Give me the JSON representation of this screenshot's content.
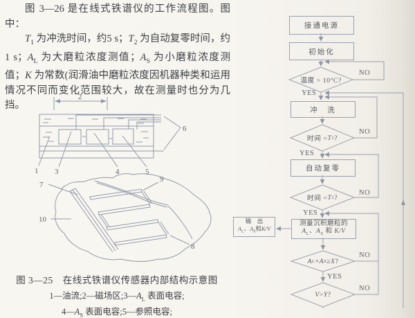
{
  "colors": {
    "line": "#8f96a5",
    "ink": "#3f4247",
    "paper": "#f7f5f0"
  },
  "text": {
    "para1": [
      {
        "t": "图 3—26 是在线式铁谱仪的工作流程图。图中："
      }
    ],
    "para2": [
      {
        "t": "T",
        "i": true
      },
      {
        "t": "1",
        "sub": true
      },
      {
        "t": " 为冲洗时间，约5 s；"
      },
      {
        "t": "T",
        "i": true
      },
      {
        "t": "2",
        "sub": true
      },
      {
        "t": " 为自动复零时间，约 1 s；"
      },
      {
        "t": "A",
        "i": true
      },
      {
        "t": "L",
        "sub": true
      },
      {
        "t": " 为大磨粒浓度测值；"
      },
      {
        "t": "A",
        "i": true
      },
      {
        "t": "S",
        "sub": true
      },
      {
        "t": " 为小磨粒浓度测值；"
      },
      {
        "t": "K",
        "i": true
      },
      {
        "t": " 为常数(润滑油中磨粒浓度因机器种类和运用情况不同而变化范围较大，故在测量时也分为几挡。"
      }
    ]
  },
  "figure": {
    "dim_label": "2",
    "parts": {
      "p1": "1",
      "p3": "3",
      "p4": "4",
      "p5": "5",
      "p6": "6",
      "p7": "7",
      "p8": "8",
      "p9": "9",
      "p10": "10"
    },
    "caption_title": "图 3—25　在线式铁谱仪传感器内部结构示意图",
    "caption_l1": [
      {
        "t": "1—油流;2—磁场区;3—"
      },
      {
        "t": "A",
        "i": true
      },
      {
        "t": "L",
        "sub": true
      },
      {
        "t": " 表面电容;"
      }
    ],
    "caption_l2": [
      {
        "t": "4—"
      },
      {
        "t": "A",
        "i": true
      },
      {
        "t": "S",
        "sub": true
      },
      {
        "t": " 表面电容;5—参照电容;"
      }
    ]
  },
  "flowchart": {
    "power": [
      {
        "t": "接通电源"
      }
    ],
    "init": [
      {
        "t": "初始化"
      }
    ],
    "temp": [
      {
        "t": "温度 > 10°C?"
      }
    ],
    "flush": [
      {
        "t": "冲　洗"
      }
    ],
    "t1": [
      {
        "t": "时间 = "
      },
      {
        "t": "T",
        "i": true
      },
      {
        "t": "1",
        "sub": true
      },
      {
        "t": "?"
      }
    ],
    "autozero": [
      {
        "t": "自动复零"
      }
    ],
    "t2": [
      {
        "t": "时间 = "
      },
      {
        "t": "T",
        "i": true
      },
      {
        "t": "2",
        "sub": true
      },
      {
        "t": "?"
      }
    ],
    "measure1": [
      {
        "t": "测量沉积磨粒的"
      }
    ],
    "measure2": [
      {
        "t": "A",
        "i": true
      },
      {
        "t": "L",
        "sub": true
      },
      {
        "t": "、"
      },
      {
        "t": "A",
        "i": true
      },
      {
        "t": "S",
        "sub": true
      },
      {
        "t": " 和 "
      },
      {
        "t": "K/V",
        "i": true
      }
    ],
    "out1": [
      {
        "t": "输　出"
      }
    ],
    "out2": [
      {
        "t": "A",
        "i": true
      },
      {
        "t": "L",
        "sub": true
      },
      {
        "t": "、"
      },
      {
        "t": "A",
        "i": true
      },
      {
        "t": "S",
        "sub": true
      },
      {
        "t": "和"
      },
      {
        "t": "K/V",
        "i": true
      }
    ],
    "xcheck": [
      {
        "t": "A",
        "i": true
      },
      {
        "t": "L",
        "sub": true
      },
      {
        "t": " + "
      },
      {
        "t": "A",
        "i": true
      },
      {
        "t": "S",
        "sub": true
      },
      {
        "t": " ≥ "
      },
      {
        "t": "X",
        "i": true
      },
      {
        "t": "?"
      }
    ],
    "vcheck": [
      {
        "t": "V",
        "i": true
      },
      {
        "t": " > "
      },
      {
        "t": "Y",
        "i": true
      },
      {
        "t": "?"
      }
    ],
    "no": "NO",
    "yes": "YES"
  }
}
